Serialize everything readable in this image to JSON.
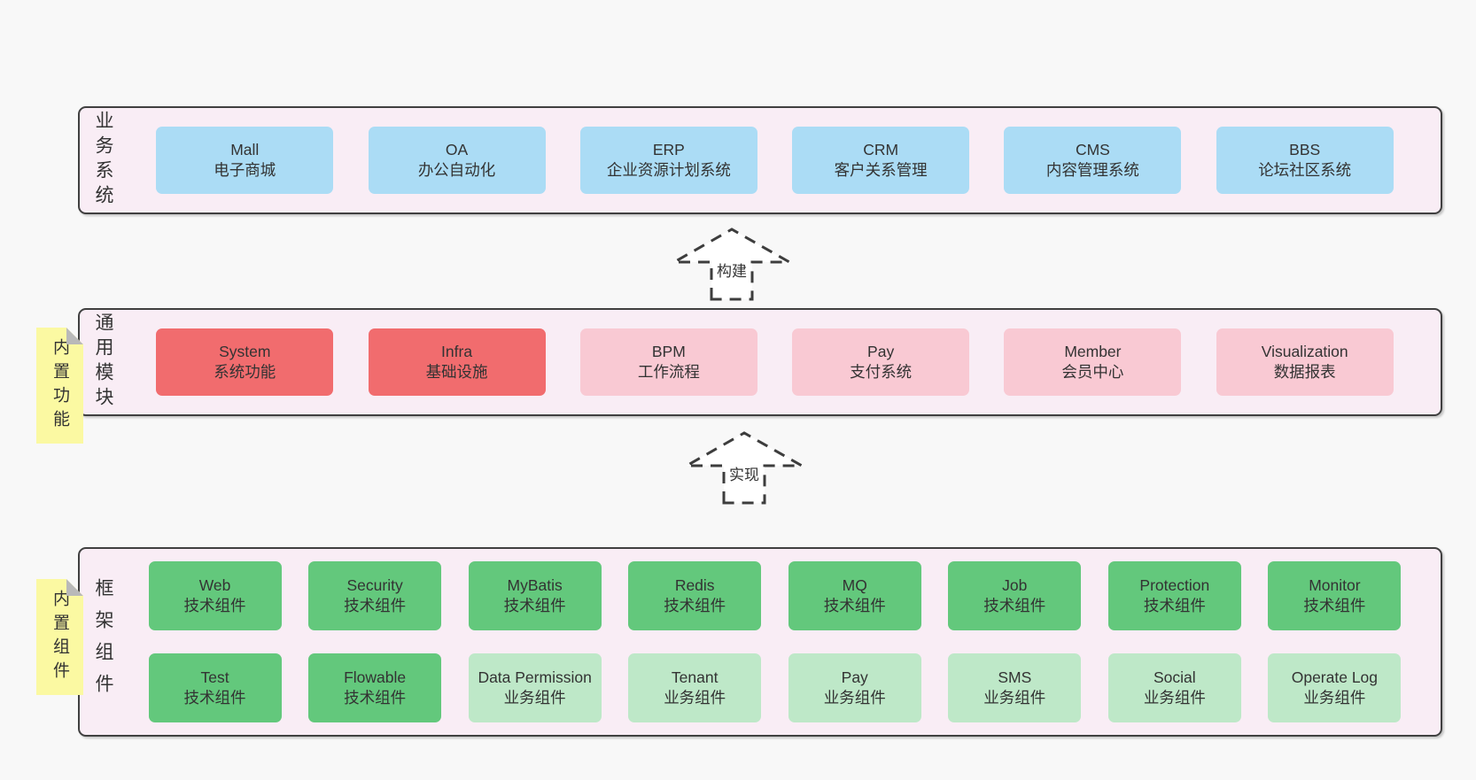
{
  "colors": {
    "page_bg": "#f8f8f8",
    "band_bg": "#f9edf5",
    "band_border": "#404040",
    "blue": "#abdcf5",
    "red": "#f16c6e",
    "pink": "#f9c9d3",
    "green": "#63c87c",
    "light_green": "#bee8c8",
    "note_yellow": "#fbf9a2",
    "text": "#333333"
  },
  "arrows": {
    "build": "构建",
    "implement": "实现"
  },
  "band_business": {
    "label": "业务系统",
    "boxes": [
      {
        "title": "Mall",
        "subtitle": "电子商城",
        "type": "blue"
      },
      {
        "title": "OA",
        "subtitle": "办公自动化",
        "type": "blue"
      },
      {
        "title": "ERP",
        "subtitle": "企业资源计划系统",
        "type": "blue"
      },
      {
        "title": "CRM",
        "subtitle": "客户关系管理",
        "type": "blue"
      },
      {
        "title": "CMS",
        "subtitle": "内容管理系统",
        "type": "blue"
      },
      {
        "title": "BBS",
        "subtitle": "论坛社区系统",
        "type": "blue"
      }
    ]
  },
  "band_modules": {
    "label": "通用模块",
    "note": "内置功能",
    "boxes": [
      {
        "title": "System",
        "subtitle": "系统功能",
        "type": "red"
      },
      {
        "title": "Infra",
        "subtitle": "基础设施",
        "type": "red"
      },
      {
        "title": "BPM",
        "subtitle": "工作流程",
        "type": "pink"
      },
      {
        "title": "Pay",
        "subtitle": "支付系统",
        "type": "pink"
      },
      {
        "title": "Member",
        "subtitle": "会员中心",
        "type": "pink"
      },
      {
        "title": "Visualization",
        "subtitle": "数据报表",
        "type": "pink"
      }
    ]
  },
  "band_components": {
    "label": "框架组件",
    "note": "内置组件",
    "row1": [
      {
        "title": "Web",
        "subtitle": "技术组件",
        "type": "green"
      },
      {
        "title": "Security",
        "subtitle": "技术组件",
        "type": "green"
      },
      {
        "title": "MyBatis",
        "subtitle": "技术组件",
        "type": "green"
      },
      {
        "title": "Redis",
        "subtitle": "技术组件",
        "type": "green"
      },
      {
        "title": "MQ",
        "subtitle": "技术组件",
        "type": "green"
      },
      {
        "title": "Job",
        "subtitle": "技术组件",
        "type": "green"
      },
      {
        "title": "Protection",
        "subtitle": "技术组件",
        "type": "green"
      },
      {
        "title": "Monitor",
        "subtitle": "技术组件",
        "type": "green"
      }
    ],
    "row2": [
      {
        "title": "Test",
        "subtitle": "技术组件",
        "type": "green"
      },
      {
        "title": "Flowable",
        "subtitle": "技术组件",
        "type": "green"
      },
      {
        "title": "Data Permission",
        "subtitle": "业务组件",
        "type": "light-green"
      },
      {
        "title": "Tenant",
        "subtitle": "业务组件",
        "type": "light-green"
      },
      {
        "title": "Pay",
        "subtitle": "业务组件",
        "type": "light-green"
      },
      {
        "title": "SMS",
        "subtitle": "业务组件",
        "type": "light-green"
      },
      {
        "title": "Social",
        "subtitle": "业务组件",
        "type": "light-green"
      },
      {
        "title": "Operate Log",
        "subtitle": "业务组件",
        "type": "light-green"
      }
    ]
  }
}
